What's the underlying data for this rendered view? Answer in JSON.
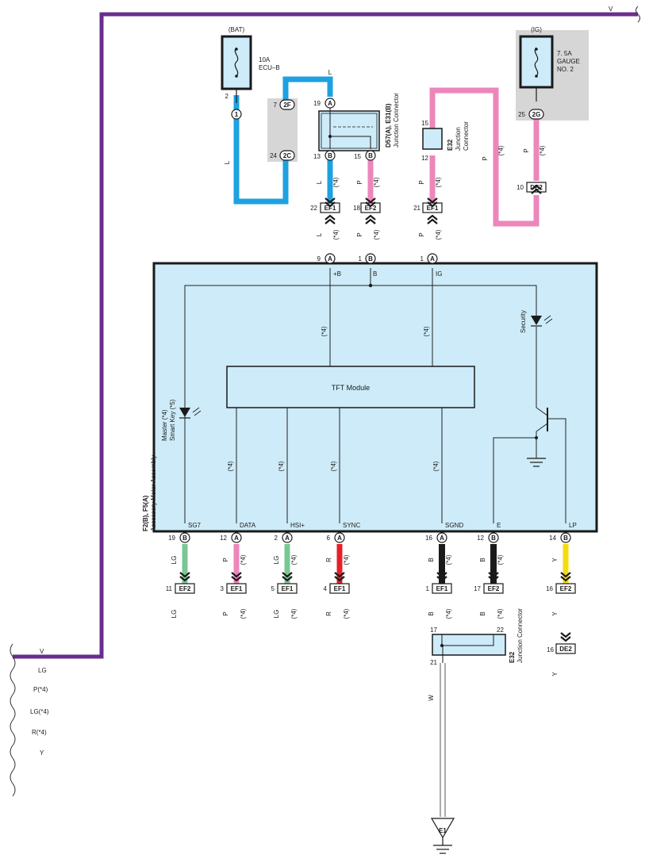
{
  "diagram": {
    "fuses": {
      "bat": {
        "source": "(BAT)",
        "rating": "10A",
        "name": "ECU–B"
      },
      "ig": {
        "source": "(IG)",
        "rating": "7. 5A",
        "name": "GAUGE",
        "name2": "NO. 2"
      }
    },
    "junction_connectors": {
      "d57": {
        "code": "D57(A), E31(B)",
        "name": "Junction Connector"
      },
      "e32_top": {
        "code": "E32",
        "name": "Junction",
        "name2": "Connector"
      },
      "e32_bottom": {
        "code": "E32",
        "name": "Junction Connector"
      }
    },
    "meter": {
      "code": "F2(B), F5(A)",
      "name": "Accessory Meter Assembly",
      "module": "TFT Module",
      "led_master": "Master (*4)",
      "led_smartkey": "Smart Key (*5)",
      "led_security": "Security",
      "top_terminals": {
        "plus_b": "+B",
        "b": "B",
        "ig": "IG"
      },
      "bottom_terminals": {
        "sg7": "SG7",
        "data": "DATA",
        "hsi": "HSI+",
        "sync": "SYNC",
        "sgnd": "SGND",
        "e": "E",
        "lp": "LP"
      },
      "note": "(*4)"
    },
    "pins": {
      "bat_2": "2",
      "bat_1": "1",
      "p7": "7",
      "p2f": "2F",
      "p24": "24",
      "p2c": "2C",
      "p19a": "19",
      "a": "A",
      "p13": "13",
      "b": "B",
      "p15": "15",
      "e32_15": "15",
      "e32_12": "12",
      "ig_25": "25",
      "p2g": "2G",
      "de2_10": "10",
      "de2": "DE2",
      "ef1_22": "22",
      "ef1": "EF1",
      "ef2_18": "18",
      "ef2": "EF2",
      "ef1_21": "21",
      "m9": "9",
      "m1b": "1",
      "m1a": "1",
      "b19": "19",
      "a12": "12",
      "a2": "2",
      "a6": "6",
      "a16": "16",
      "b12": "12",
      "b14": "14",
      "c11": "11",
      "c3": "3",
      "c5": "5",
      "c4": "4",
      "c1": "1",
      "c17": "17",
      "c16": "16",
      "j17": "17",
      "j22": "22",
      "j21": "21",
      "de2_16": "16",
      "e1": "E1"
    },
    "wire_colors": {
      "L": "L",
      "P": "P",
      "LG": "LG",
      "R": "R",
      "B": "B",
      "Y": "Y",
      "W": "W",
      "V": "V"
    },
    "harness_labels": {
      "v": "V",
      "lg": "LG",
      "p4": "P(*4)",
      "lg4": "LG(*4)",
      "r4": "R(*4)",
      "y": "Y"
    },
    "colors": {
      "violet": "#6a2d8c",
      "blue": "#1ea1e0",
      "pink": "#ec86bb",
      "green": "#79c795",
      "red": "#e5202a",
      "black": "#1a1a1a",
      "yellow": "#f5dc0a",
      "panel": "#cdebf8",
      "shade": "#d6d6d6"
    }
  }
}
